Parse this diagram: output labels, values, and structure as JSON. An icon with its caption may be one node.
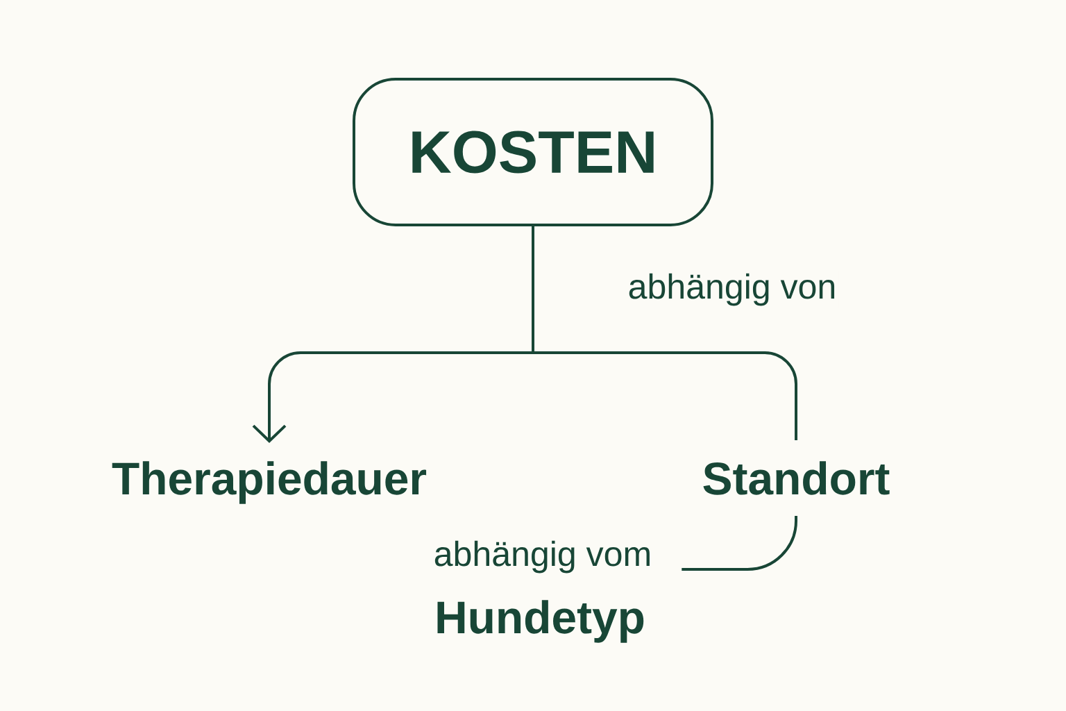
{
  "diagram": {
    "nodes": [
      {
        "text": [
          "KOSTEN"
        ]
      },
      {
        "text": [
          "Therapiedauer"
        ]
      },
      {
        "text": [
          "Standort"
        ]
      },
      {
        "text": [
          "Hundetyp"
        ]
      }
    ],
    "edges": [
      {
        "from": 0,
        "to": 1,
        "arrow": "to",
        "label": "abhängig von"
      },
      {
        "from": 0,
        "to": 2,
        "arrow": "none"
      },
      {
        "from": 2,
        "to": 3,
        "arrow": "none",
        "label": "abhängig vom"
      }
    ]
  }
}
